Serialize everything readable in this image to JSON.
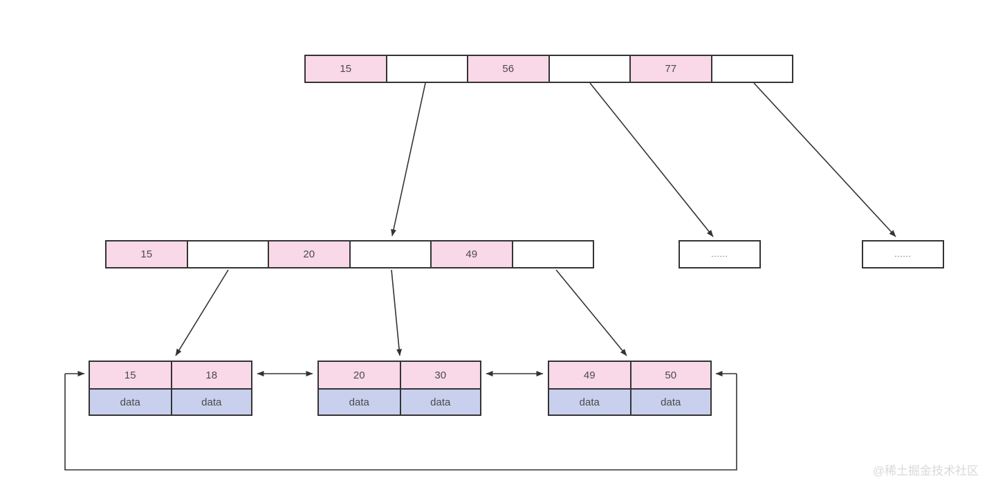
{
  "diagram": {
    "title_semantic": "bplus-tree-index",
    "root_node": {
      "cells": [
        "15",
        "",
        "56",
        "",
        "77",
        ""
      ]
    },
    "internal_node": {
      "cells": [
        "15",
        "",
        "20",
        "",
        "49",
        ""
      ]
    },
    "ellipsis_nodes": [
      {
        "label": "......"
      },
      {
        "label": "......"
      }
    ],
    "leaf_nodes": [
      {
        "keys": [
          "15",
          "18"
        ],
        "data": [
          "data",
          "data"
        ]
      },
      {
        "keys": [
          "20",
          "30"
        ],
        "data": [
          "data",
          "data"
        ]
      },
      {
        "keys": [
          "49",
          "50"
        ],
        "data": [
          "data",
          "data"
        ]
      }
    ],
    "colors": {
      "key_fill": "#F9D8E8",
      "data_fill": "#C9D0EE",
      "empty_fill": "#FFFFFF",
      "border": "#333333",
      "arrow": "#333333",
      "text": "#4A4A4A",
      "watermark_text": "#D9D9D9"
    }
  },
  "watermark": {
    "text": "@稀土掘金技术社区"
  }
}
